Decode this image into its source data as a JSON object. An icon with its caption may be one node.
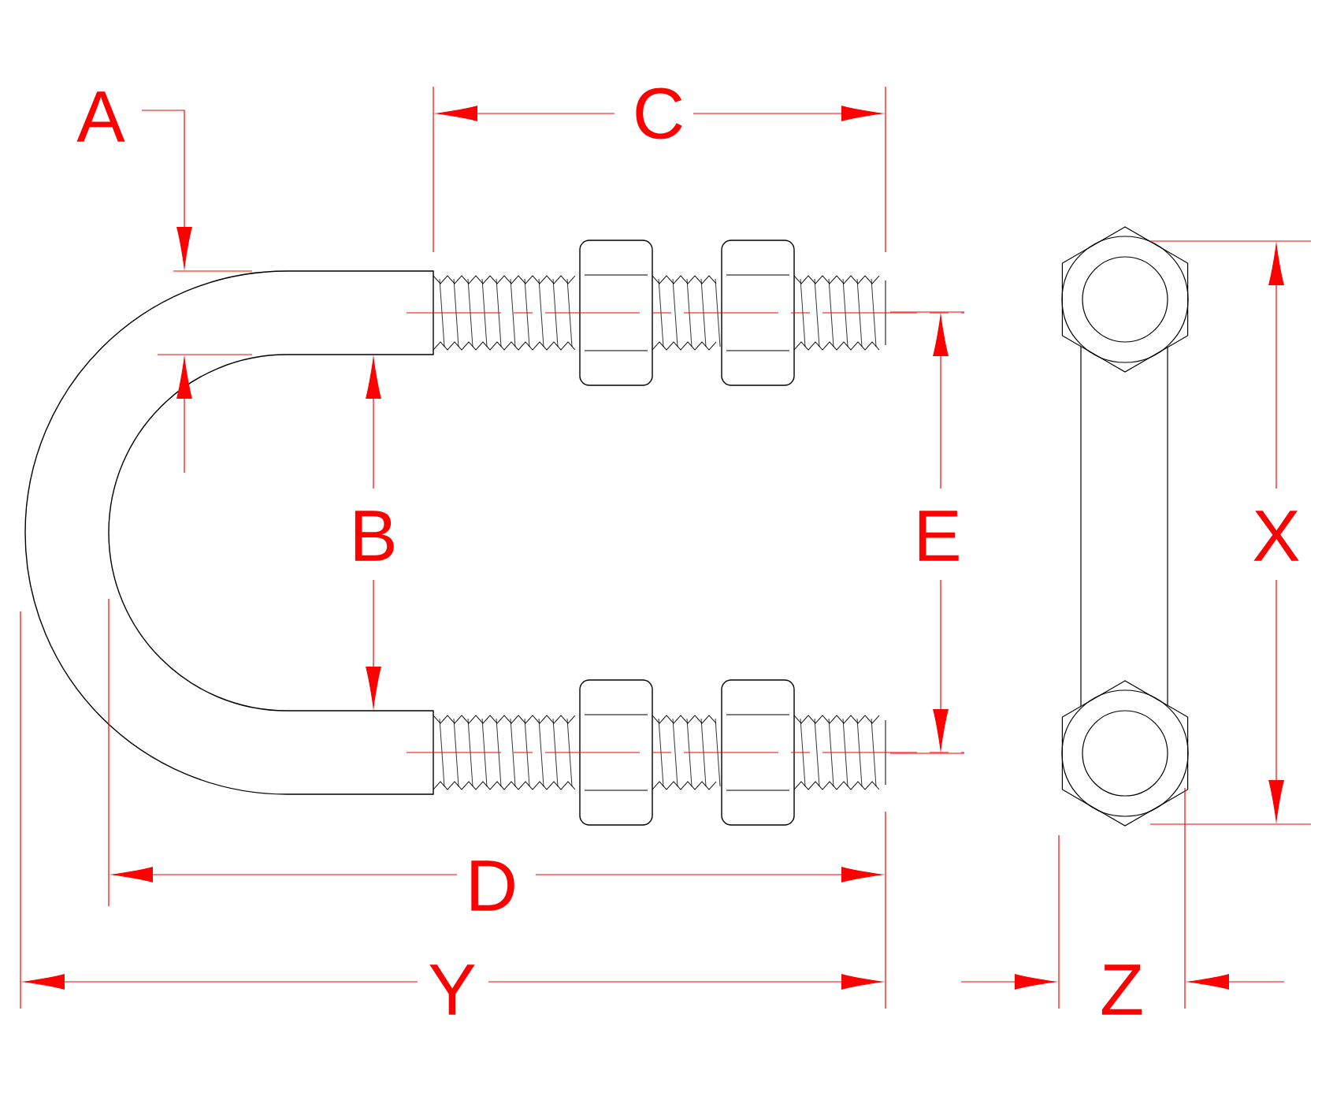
{
  "diagram": {
    "labels": [
      "A",
      "C",
      "B",
      "E",
      "X",
      "D",
      "Y",
      "Z"
    ]
  }
}
